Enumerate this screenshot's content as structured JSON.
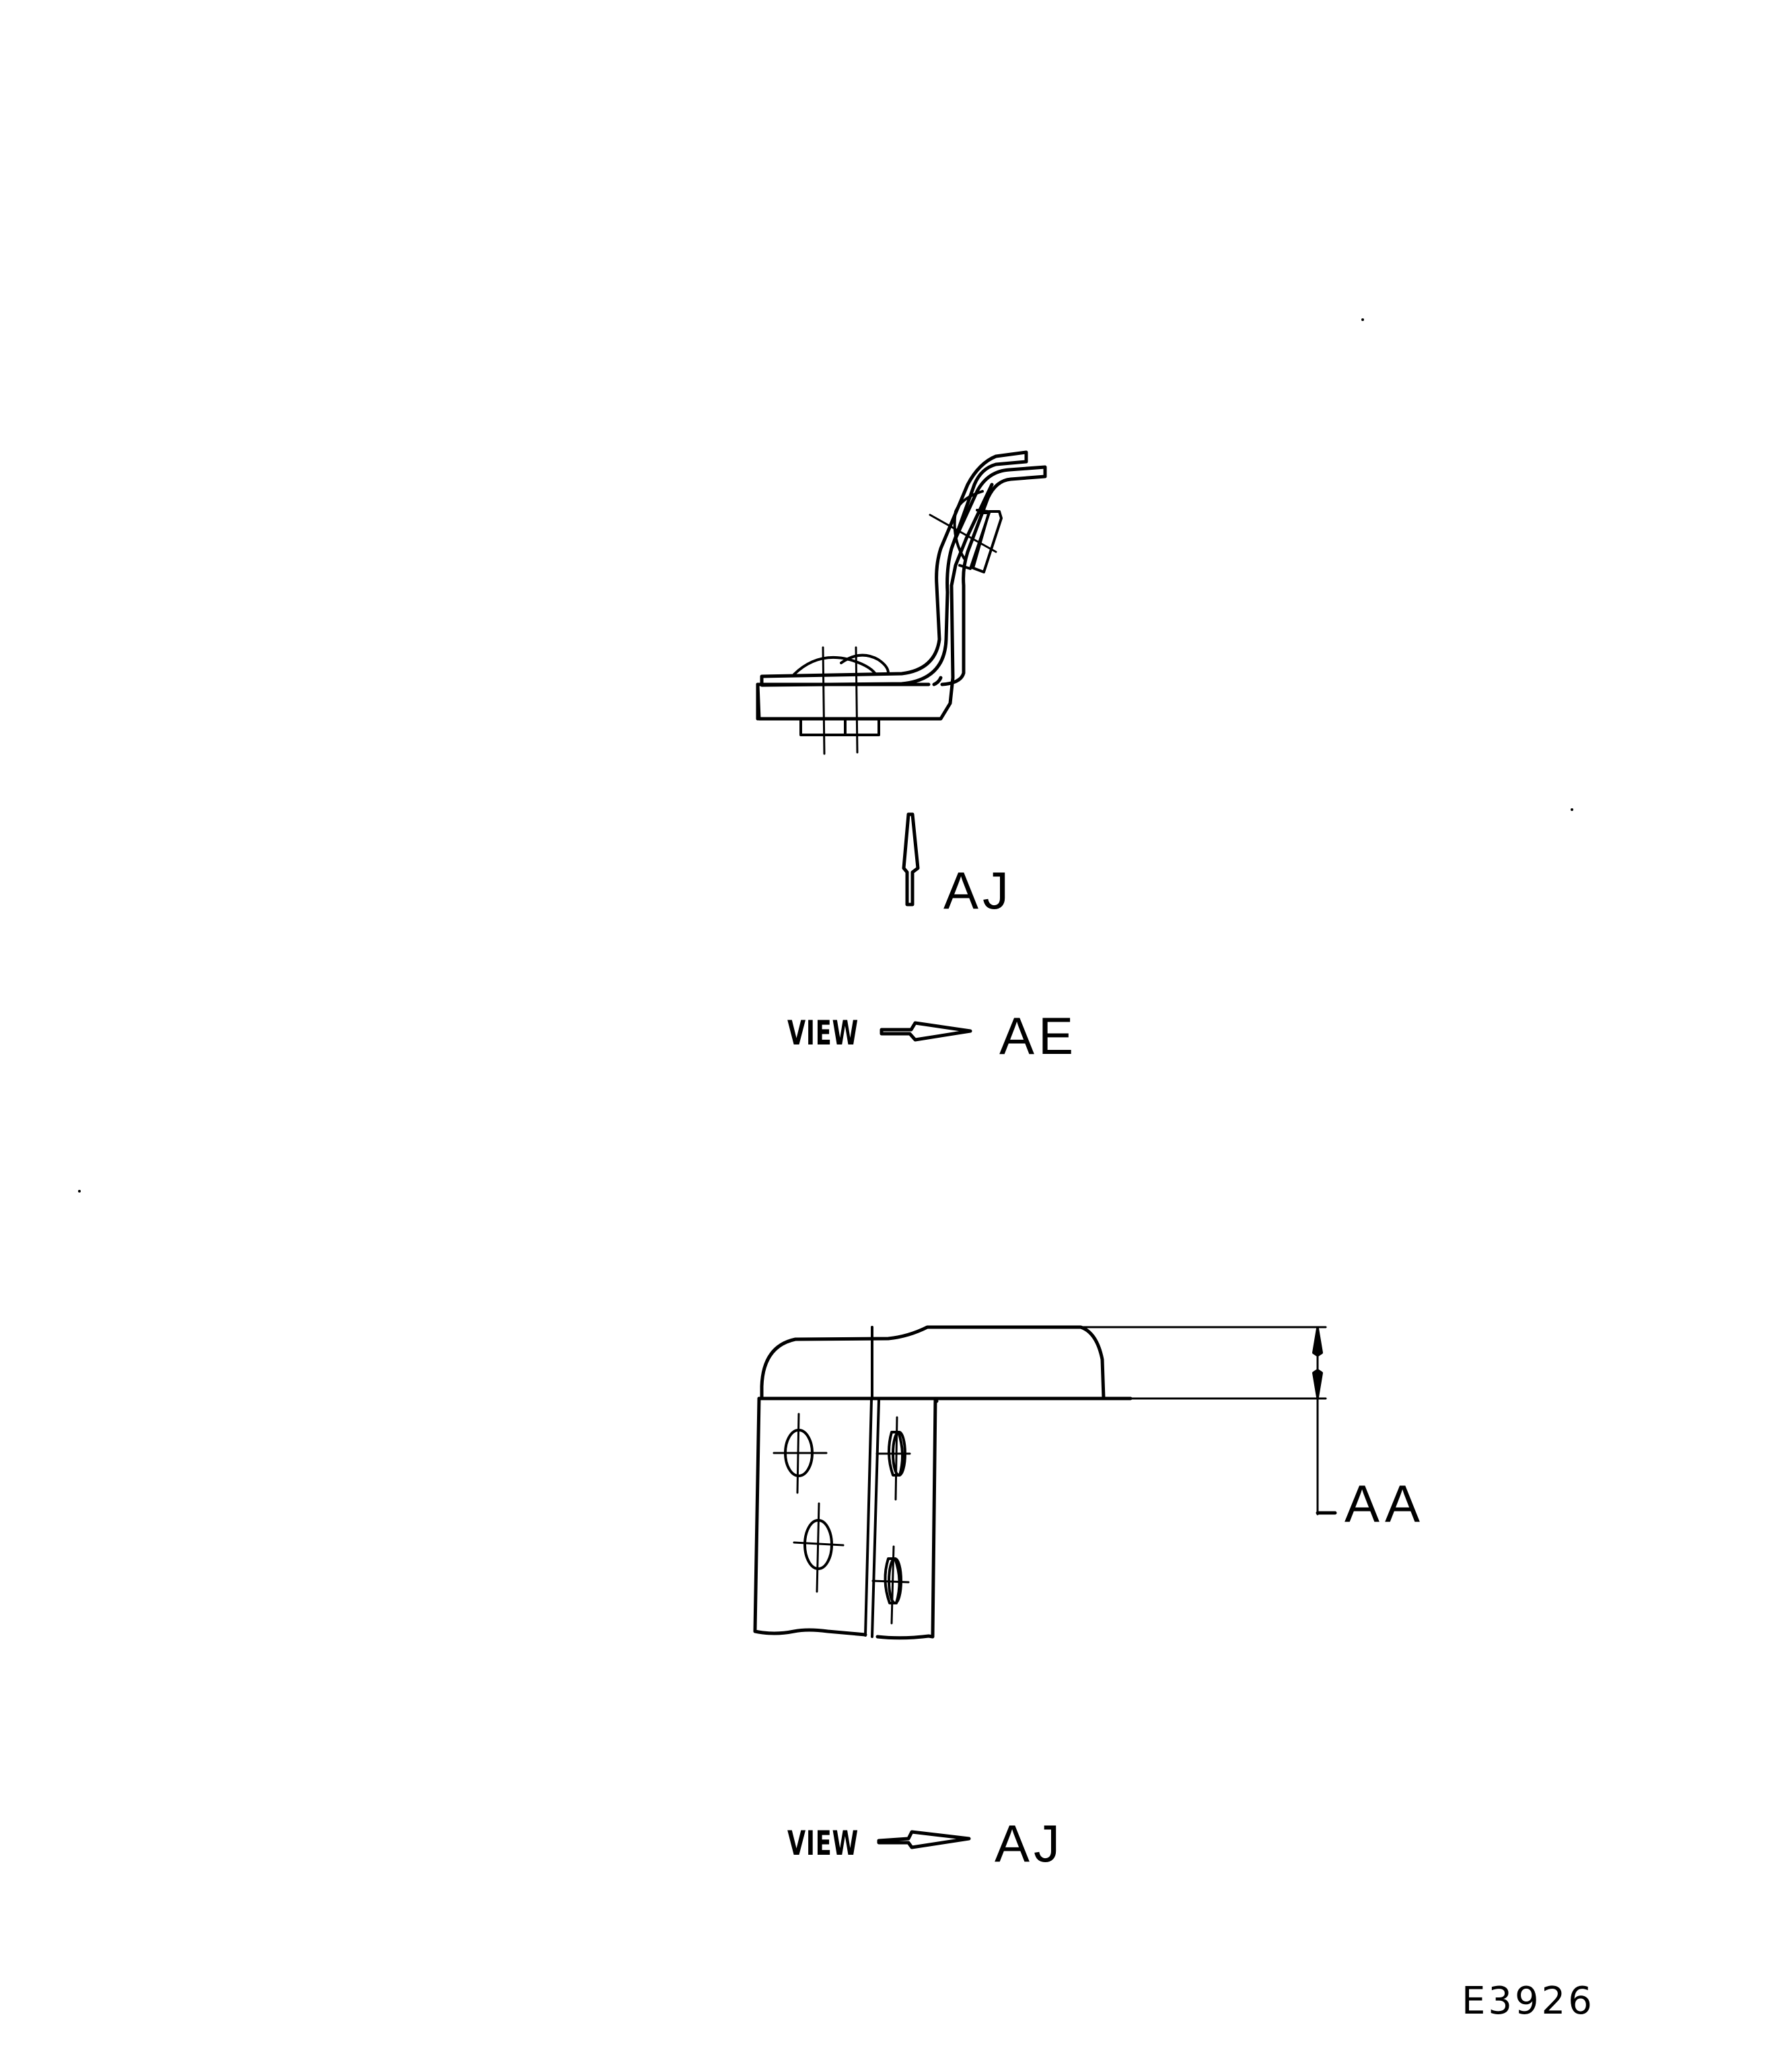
{
  "drawing": {
    "figure_number": "E3926",
    "views": [
      {
        "name": "upper-view",
        "caption_prefix": "VIEW",
        "caption_id": "AE",
        "view_arrow_label": "AJ"
      },
      {
        "name": "lower-view",
        "caption_prefix": "VIEW",
        "caption_id": "AJ",
        "dimension_label": "AA"
      }
    ]
  }
}
